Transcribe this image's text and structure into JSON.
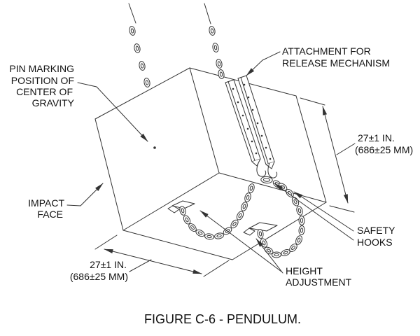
{
  "diagram": {
    "caption": "FIGURE C-6 - PENDULUM.",
    "callouts": {
      "pin_marking": {
        "lines": [
          "PIN MARKING",
          "POSITION OF",
          "CENTER OF",
          "GRAVITY"
        ]
      },
      "attachment": {
        "lines": [
          "ATTACHMENT FOR",
          "RELEASE MECHANISM"
        ]
      },
      "impact_face": {
        "lines": [
          "IMPACT",
          "FACE"
        ]
      },
      "safety_hooks": {
        "lines": [
          "SAFETY",
          "HOOKS"
        ]
      },
      "height_adjustment": {
        "lines": [
          "HEIGHT",
          "ADJUSTMENT"
        ]
      }
    },
    "dimensions": {
      "depth": {
        "inches": "27±1 IN.",
        "millimeters": "(686±25 MM)"
      },
      "height": {
        "inches": "27±1 IN.",
        "millimeters": "(686±25 MM)"
      }
    },
    "colors": {
      "line": "#333333",
      "text": "#111111",
      "background": "#ffffff"
    }
  }
}
